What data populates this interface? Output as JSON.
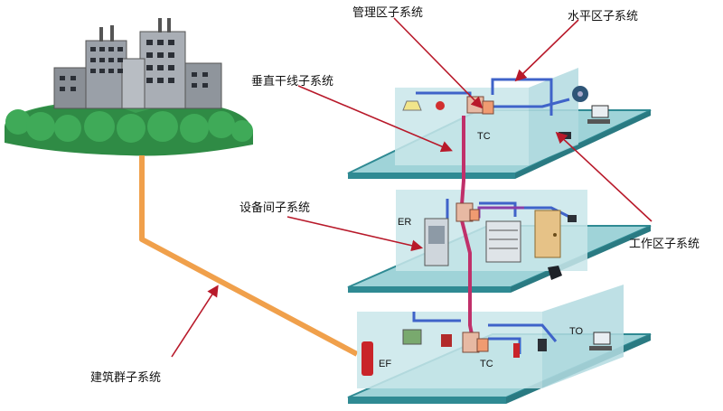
{
  "labels": {
    "management": "管理区子系统",
    "horizontal": "水平区子系统",
    "vertical": "垂直干线子系统",
    "equipment": "设备间子系统",
    "work_area": "工作区子系统",
    "campus": "建筑群子系统"
  },
  "room_tags": {
    "tc_top": "TC",
    "er": "ER",
    "tc_bottom": "TC",
    "ef": "EF",
    "to": "TO"
  },
  "colors": {
    "floor_top": "#9fd3d8",
    "floor_edge": "#2f8a93",
    "wall": "#c9e6ea",
    "backbone_cable": "#c0306a",
    "horizontal_cable": "#3f63c9",
    "campus_cable": "#f0a04b",
    "leader_arrow": "#b8192a",
    "trees": "#3b9e52"
  },
  "icons": [
    "building-cluster-icon",
    "lamp-icon",
    "alarm-icon",
    "patch-panel-icon",
    "fan-icon",
    "computer-icon",
    "phone-icon",
    "server-rack-icon",
    "door-icon",
    "fire-extinguisher-icon",
    "camera-icon"
  ]
}
